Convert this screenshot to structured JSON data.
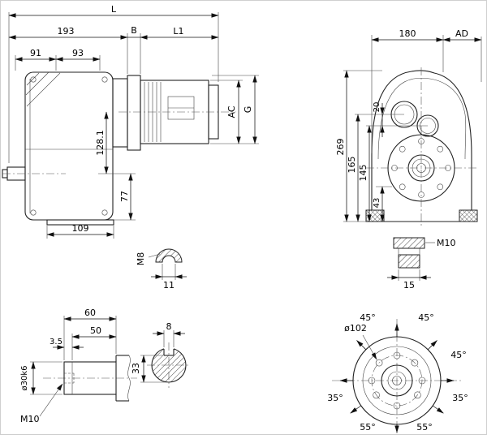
{
  "drawing": {
    "side": {
      "L": "L",
      "d193": "193",
      "B": "B",
      "L1": "L1",
      "d91": "91",
      "d93": "93",
      "AC": "AC",
      "G": "G",
      "d128": "128.1",
      "d77": "77",
      "d109": "109"
    },
    "front": {
      "d180": "180",
      "AD": "AD",
      "d269": "269",
      "d165": "165",
      "d145": "145",
      "d43": "43",
      "d20": "20"
    },
    "plug": {
      "thread": "M10",
      "d15": "15"
    },
    "shaft": {
      "d60": "60",
      "d50": "50",
      "d35": "3.5",
      "dia": "ø30k6",
      "tap": "M10"
    },
    "eyebolt": {
      "thread": "M8",
      "d11": "11"
    },
    "section": {
      "d8": "8",
      "d33": "33"
    },
    "flange": {
      "dia": "ø102",
      "a45a": "45°",
      "a45b": "45°",
      "a45c": "45°",
      "a35a": "35°",
      "a35b": "35°",
      "a55a": "55°",
      "a55b": "55°"
    }
  }
}
